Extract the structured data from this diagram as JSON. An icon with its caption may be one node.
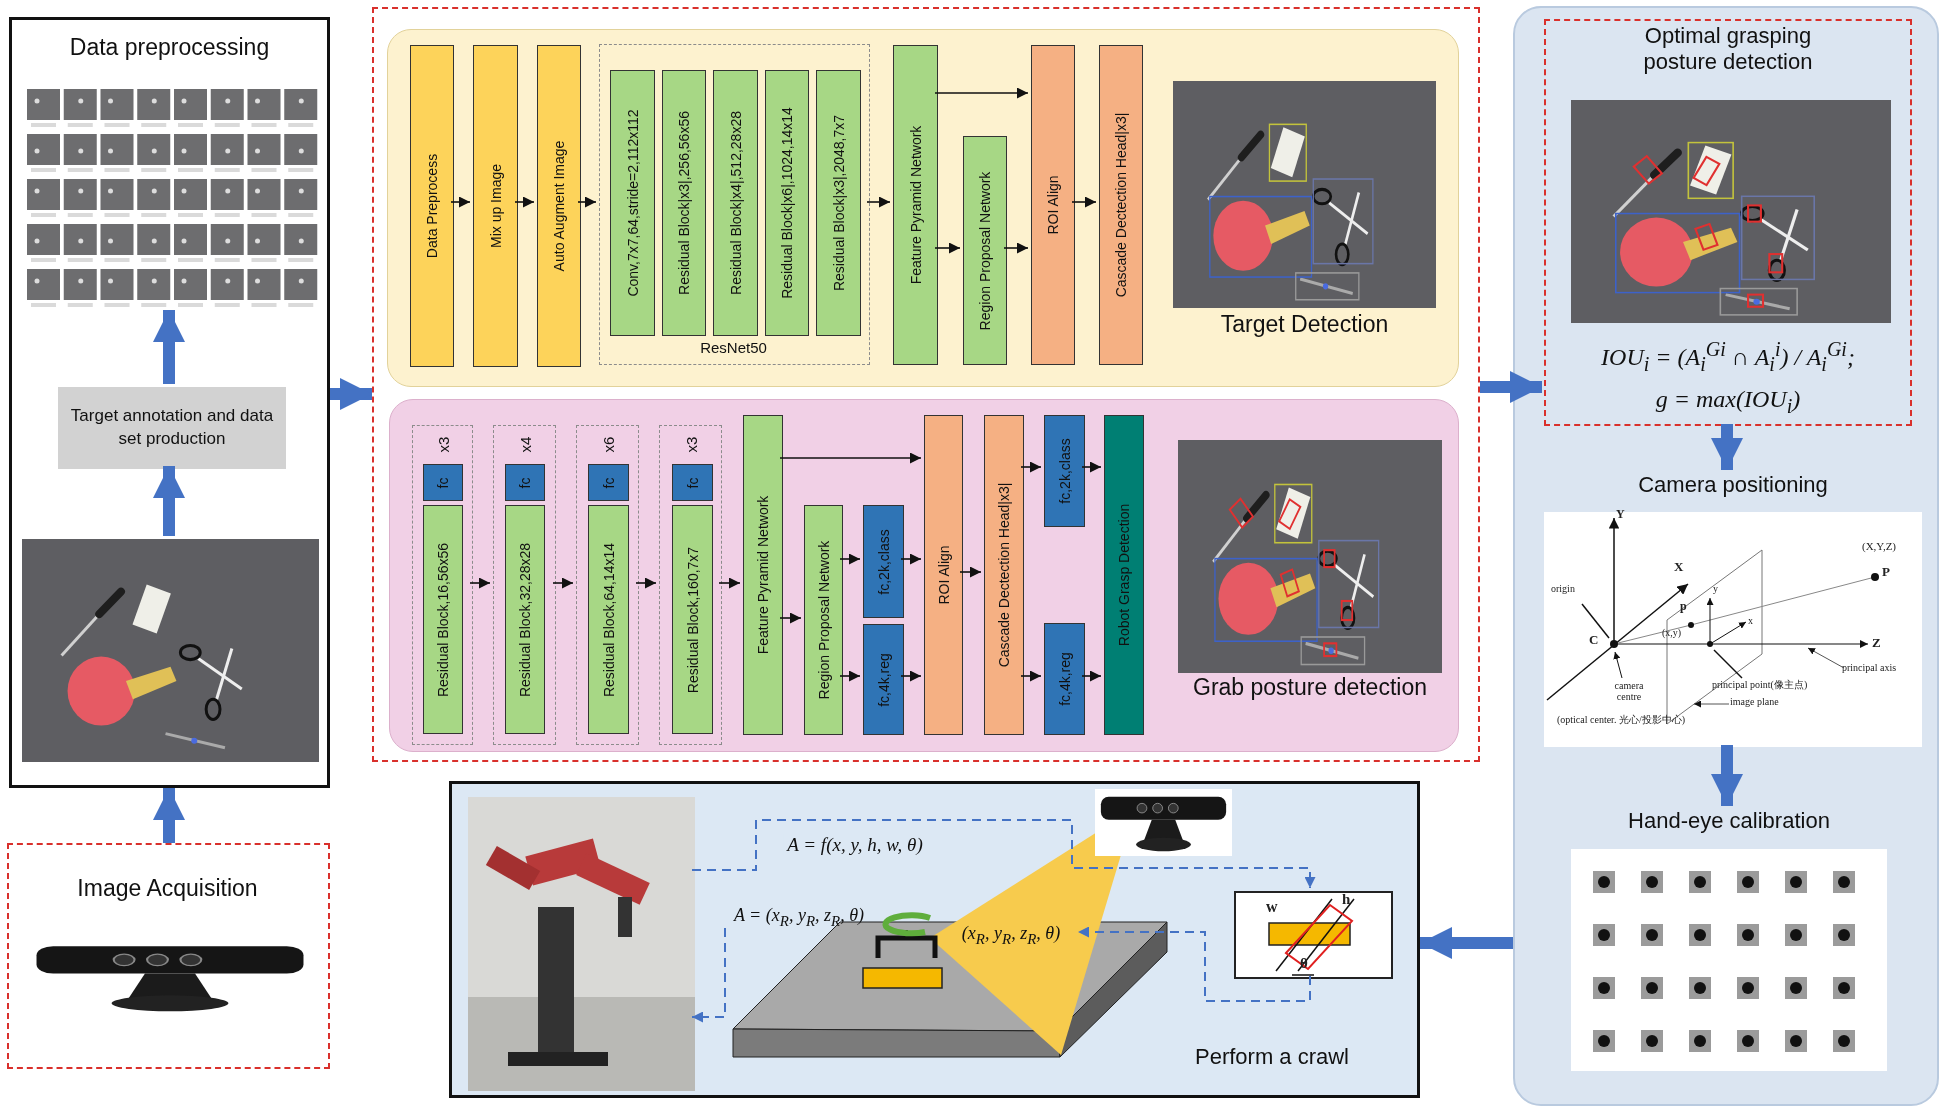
{
  "diagram": {
    "nodes": [
      {
        "text": [
          "Data preprocessing"
        ]
      },
      {
        "text": [],
        "shape": "picture",
        "in": 0
      },
      {
        "text": [
          "Target annotation and data set production"
        ],
        "in": 0
      },
      {
        "text": [],
        "shape": "picture",
        "in": 0
      },
      {
        "text": [
          "Image Acquisition"
        ]
      },
      {
        "text": [],
        "shape": "picture",
        "in": 4
      },
      {
        "text": [],
        "shape": "box"
      },
      {
        "text": [
          "Target Detection"
        ],
        "in": 6
      },
      {
        "text": [
          "Data Preprocess"
        ],
        "in": 7
      },
      {
        "text": [
          "Mix up Image"
        ],
        "in": 7
      },
      {
        "text": [
          "Auto Augment Image"
        ],
        "in": 7
      },
      {
        "text": [
          "ResNet50"
        ],
        "in": 7
      },
      {
        "text": [
          "Conv,7x7,64,stride=2,112x112"
        ],
        "in": 11
      },
      {
        "text": [
          "Residual Block|x3|,256,56x56"
        ],
        "in": 11
      },
      {
        "text": [
          "Residual Block|x4|,512,28x28"
        ],
        "in": 11
      },
      {
        "text": [
          "Residual Block|x6|,1024,14x14"
        ],
        "in": 11
      },
      {
        "text": [
          "Residual Block|x3|,2048,7x7"
        ],
        "in": 11
      },
      {
        "text": [
          "Feature Pyramid Network"
        ],
        "in": 7
      },
      {
        "text": [
          "Region Proposal Network"
        ],
        "in": 7
      },
      {
        "text": [
          "ROI Align"
        ],
        "in": 7
      },
      {
        "text": [
          "Cascade Dectection Head|x3|"
        ],
        "in": 7
      },
      {
        "text": [],
        "shape": "picture",
        "in": 7
      },
      {
        "text": [
          "Grab posture detection"
        ],
        "in": 6
      },
      {
        "text": [
          "x3"
        ],
        "in": 22
      },
      {
        "text": [
          "fc"
        ],
        "in": 23
      },
      {
        "text": [
          "Residual Block,16,56x56"
        ],
        "in": 23
      },
      {
        "text": [
          "x4"
        ],
        "in": 22
      },
      {
        "text": [
          "fc"
        ],
        "in": 26
      },
      {
        "text": [
          "Residual Block,32,28x28"
        ],
        "in": 26
      },
      {
        "text": [
          "x6"
        ],
        "in": 22
      },
      {
        "text": [
          "fc"
        ],
        "in": 29
      },
      {
        "text": [
          "Residual Block,64,14x14"
        ],
        "in": 29
      },
      {
        "text": [
          "x3"
        ],
        "in": 22
      },
      {
        "text": [
          "fc"
        ],
        "in": 32
      },
      {
        "text": [
          "Residual Block,160,7x7"
        ],
        "in": 32
      },
      {
        "text": [
          "Feature Pyramid Network"
        ],
        "in": 22
      },
      {
        "text": [
          "Region Proposal Network"
        ],
        "in": 22
      },
      {
        "text": [
          "fc,2k,class"
        ],
        "in": 22
      },
      {
        "text": [
          "fc,4k,reg"
        ],
        "in": 22
      },
      {
        "text": [
          "ROI Align"
        ],
        "in": 22
      },
      {
        "text": [
          "Cascade Dectection Head|x3|"
        ],
        "in": 22
      },
      {
        "text": [
          "fc,2k,class"
        ],
        "in": 22
      },
      {
        "text": [
          "fc,4k,reg"
        ],
        "in": 22
      },
      {
        "text": [
          "Robot Grasp Detection"
        ],
        "in": 22
      },
      {
        "text": [],
        "shape": "picture",
        "in": 22
      },
      {
        "text": [],
        "shape": "box"
      },
      {
        "text": [
          "Optimal grasping posture detection",
          "IOU$_{i}$ = (A$_{i}$$^{Gi}$ ∩ A$_{i}$$^{i}$) / A$_{i}$$^{Gi}$;",
          "g = max(IOU$_{i}$)"
        ],
        "in": 45
      },
      {
        "text": [],
        "shape": "picture",
        "in": 46
      },
      {
        "text": [
          "Camera positioning"
        ],
        "in": 45
      },
      {
        "text": [
          "Hand-eye calibration"
        ],
        "in": 45
      },
      {
        "text": [
          "Perform a crawl"
        ]
      },
      {
        "text": [],
        "shape": "picture",
        "in": 50
      },
      {
        "text": [],
        "shape": "picture",
        "in": 50
      },
      {
        "text": [],
        "shape": "box",
        "in": 50
      },
      {
        "text": [
          "(x$_{R}$, y$_{R}$, z$_{R}$, θ)"
        ],
        "in": 50
      },
      {
        "text": [
          "A = (x$_{R}$, y$_{R}$, z$_{R}$, θ)"
        ],
        "in": 50
      }
    ],
    "edges": [
      {
        "from": 4,
        "to": 0,
        "arrow": "to",
        "style": "thick",
        "color": "#4472c4"
      },
      {
        "from": 3,
        "to": 2,
        "arrow": "to",
        "style": "thick",
        "color": "#4472c4"
      },
      {
        "from": 2,
        "to": 1,
        "arrow": "to",
        "style": "thick",
        "color": "#4472c4"
      },
      {
        "from": 0,
        "to": 6,
        "arrow": "to",
        "style": "thick",
        "color": "#4472c4"
      },
      {
        "from": 6,
        "to": 46,
        "arrow": "to",
        "style": "thick",
        "color": "#4472c4"
      },
      {
        "from": 46,
        "to": 48,
        "arrow": "to",
        "style": "thick",
        "color": "#4472c4"
      },
      {
        "from": 48,
        "to": 49,
        "arrow": "to",
        "style": "thick",
        "color": "#4472c4"
      },
      {
        "from": 45,
        "to": 50,
        "arrow": "to",
        "style": "thick",
        "color": "#4472c4"
      },
      {
        "from": 8,
        "to": 9,
        "arrow": "to"
      },
      {
        "from": 9,
        "to": 10,
        "arrow": "to"
      },
      {
        "from": 10,
        "to": 11,
        "arrow": "to"
      },
      {
        "from": 11,
        "to": 17,
        "arrow": "to"
      },
      {
        "from": 17,
        "to": 19,
        "arrow": "to"
      },
      {
        "from": 17,
        "to": 18,
        "arrow": "to"
      },
      {
        "from": 18,
        "to": 19,
        "arrow": "to"
      },
      {
        "from": 19,
        "to": 20,
        "arrow": "to"
      },
      {
        "from": 23,
        "to": 26,
        "arrow": "to"
      },
      {
        "from": 26,
        "to": 29,
        "arrow": "to"
      },
      {
        "from": 29,
        "to": 32,
        "arrow": "to"
      },
      {
        "from": 32,
        "to": 35,
        "arrow": "to"
      },
      {
        "from": 35,
        "to": 39,
        "arrow": "to"
      },
      {
        "from": 35,
        "to": 36,
        "arrow": "to"
      },
      {
        "from": 36,
        "to": 37,
        "arrow": "to"
      },
      {
        "from": 36,
        "to": 38,
        "arrow": "to"
      },
      {
        "from": 37,
        "to": 39,
        "arrow": "to"
      },
      {
        "from": 38,
        "to": 39,
        "arrow": "to"
      },
      {
        "from": 39,
        "to": 40,
        "arrow": "to"
      },
      {
        "from": 40,
        "to": 41,
        "arrow": "to"
      },
      {
        "from": 40,
        "to": 42,
        "arrow": "to"
      },
      {
        "from": 41,
        "to": 43,
        "arrow": "to"
      },
      {
        "from": 42,
        "to": 43,
        "arrow": "to"
      },
      {
        "from": 51,
        "to": 53,
        "arrow": "to",
        "label": "A = f(x, y, h, w, θ)",
        "style": "dashed",
        "color": "#4472c4"
      },
      {
        "from": 53,
        "to": 54,
        "arrow": "to",
        "style": "dashed",
        "color": "#4472c4"
      },
      {
        "from": 55,
        "to": 51,
        "arrow": "to",
        "style": "dashed",
        "color": "#4472c4"
      }
    ],
    "labels": [
      "Y",
      "(X,Y,Z)",
      "X",
      "origin",
      "P",
      "p",
      "y",
      "x",
      "C",
      "(x,y)",
      "Z",
      "principal axis",
      "principal point(像主点)",
      "camera centre",
      "image plane",
      "(optical center. 光心/投影中心)",
      "w",
      "h",
      "θ"
    ]
  }
}
